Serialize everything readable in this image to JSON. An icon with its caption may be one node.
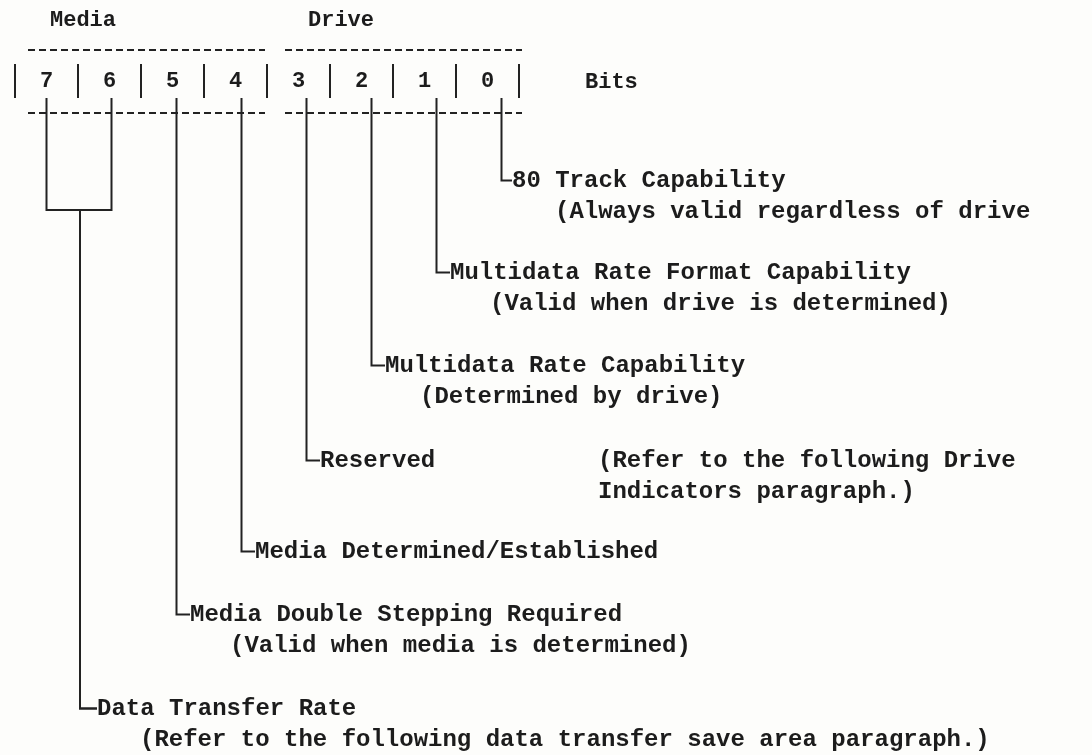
{
  "diagram": {
    "nodes": [
      {
        "text": [
          "7"
        ]
      },
      {
        "text": [
          "6"
        ]
      },
      {
        "text": [
          "5"
        ]
      },
      {
        "text": [
          "4"
        ]
      },
      {
        "text": [
          "3"
        ]
      },
      {
        "text": [
          "2"
        ]
      },
      {
        "text": [
          "1"
        ]
      },
      {
        "text": [
          "0"
        ]
      },
      {
        "text": [
          "80 Track Capability",
          "(Always valid regardless of drive"
        ]
      },
      {
        "text": [
          "Multidata Rate Format Capability",
          "(Valid when drive is determined)"
        ]
      },
      {
        "text": [
          "Multidata Rate Capability",
          "(Determined by drive)"
        ]
      },
      {
        "text": [
          "Reserved"
        ]
      },
      {
        "text": [
          "Media Determined/Established"
        ]
      },
      {
        "text": [
          "Media Double Stepping Required",
          "(Valid when media is determined)"
        ]
      },
      {
        "text": [
          "Data Transfer Rate",
          "(Refer to the following data transfer save area paragraph.)"
        ]
      }
    ],
    "edges": [
      {
        "from": 7,
        "to": 8,
        "arrow": "none"
      },
      {
        "from": 6,
        "to": 9,
        "arrow": "none"
      },
      {
        "from": 5,
        "to": 10,
        "arrow": "none"
      },
      {
        "from": 4,
        "to": 11,
        "arrow": "none"
      },
      {
        "from": 3,
        "to": 12,
        "arrow": "none"
      },
      {
        "from": 2,
        "to": 13,
        "arrow": "none"
      },
      {
        "from": 1,
        "to": 14,
        "arrow": "none"
      },
      {
        "from": 0,
        "to": 14,
        "arrow": "none"
      }
    ],
    "labels": [
      "Media",
      "Drive",
      "Bits",
      "(Refer to the following Drive Indicators paragraph.)"
    ]
  }
}
